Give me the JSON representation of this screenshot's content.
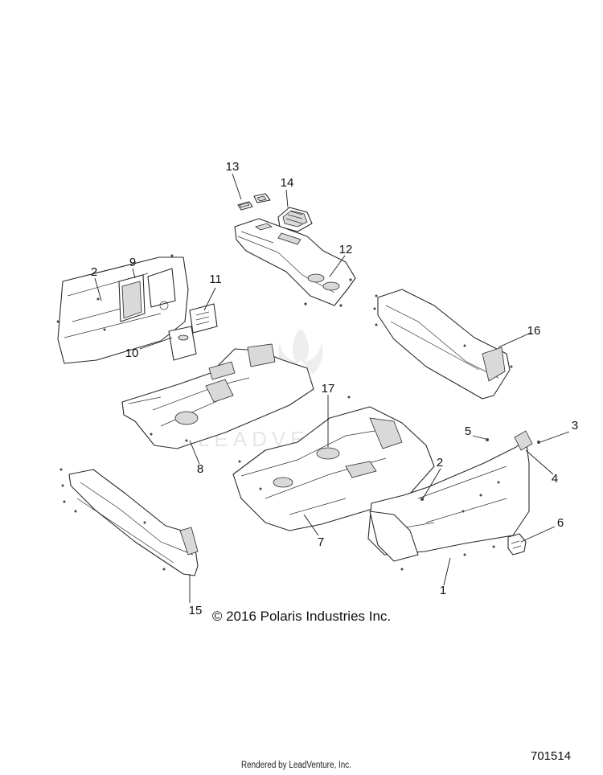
{
  "copyright": "© 2016 Polaris Industries Inc.",
  "rendered_by": "Rendered by LeadVenture, Inc.",
  "figure_number": "701514",
  "watermark": {
    "text": "LEADVENTURE"
  },
  "callouts": [
    {
      "id": "1",
      "label": "1"
    },
    {
      "id": "2a",
      "label": "2"
    },
    {
      "id": "2b",
      "label": "2"
    },
    {
      "id": "3",
      "label": "3"
    },
    {
      "id": "4",
      "label": "4"
    },
    {
      "id": "5",
      "label": "5"
    },
    {
      "id": "6",
      "label": "6"
    },
    {
      "id": "7",
      "label": "7"
    },
    {
      "id": "8",
      "label": "8"
    },
    {
      "id": "9",
      "label": "9"
    },
    {
      "id": "10",
      "label": "10"
    },
    {
      "id": "11",
      "label": "11"
    },
    {
      "id": "12",
      "label": "12"
    },
    {
      "id": "13",
      "label": "13"
    },
    {
      "id": "14",
      "label": "14"
    },
    {
      "id": "15",
      "label": "15"
    },
    {
      "id": "16",
      "label": "16"
    },
    {
      "id": "17",
      "label": "17"
    }
  ]
}
